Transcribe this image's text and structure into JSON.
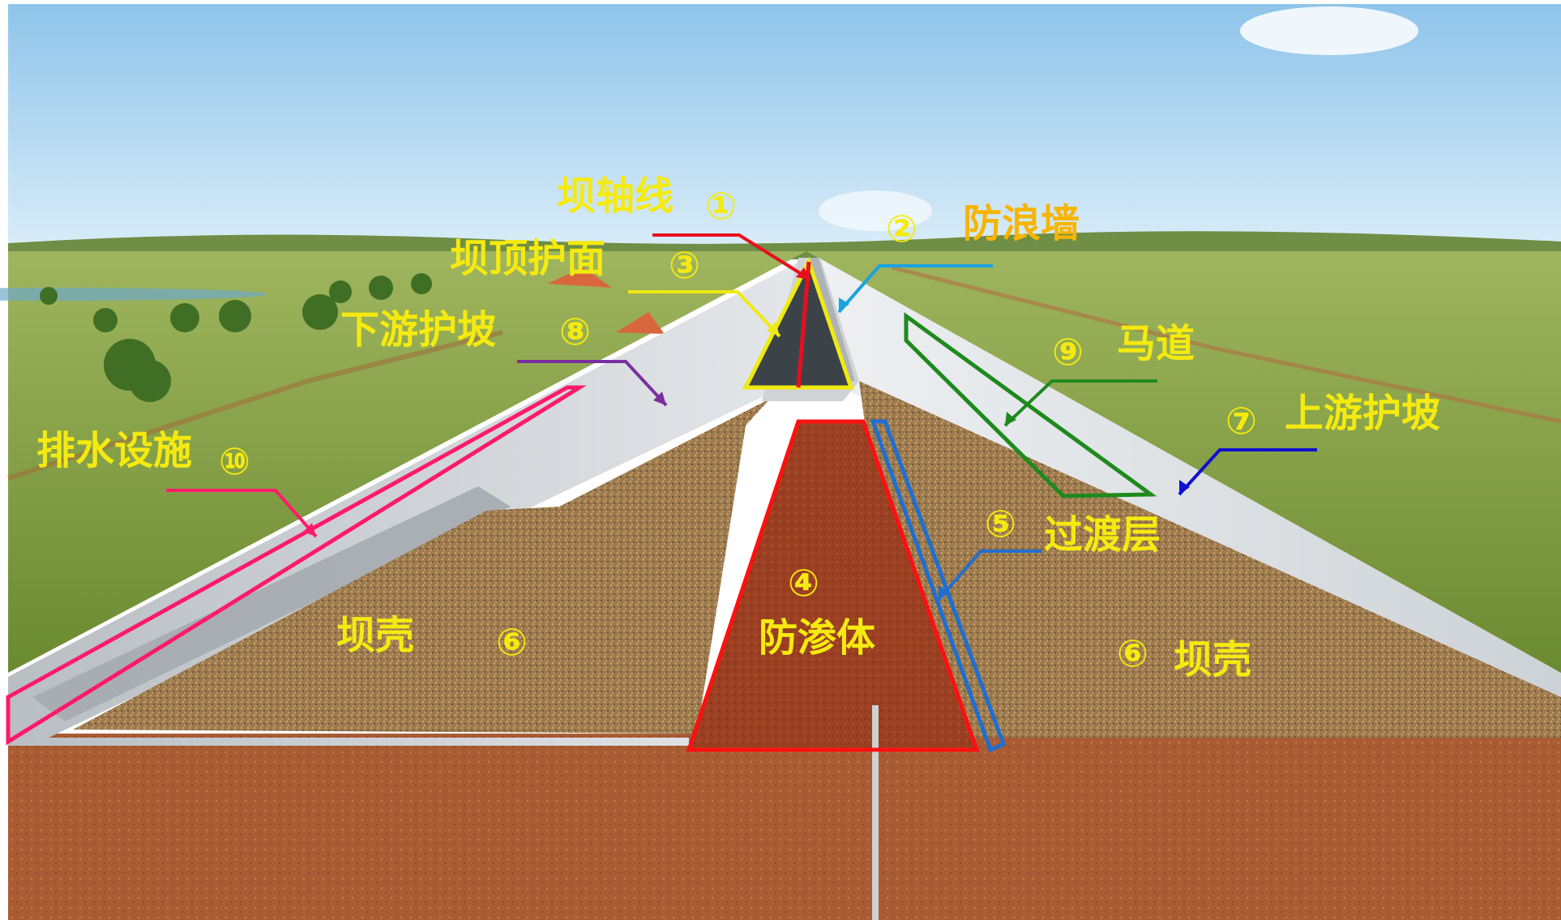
{
  "labels": {
    "dam_axis": "坝轴线",
    "dam_axis_num": "①",
    "wave_wall": "防浪墙",
    "wave_wall_num": "②",
    "crest_surface": "坝顶护面",
    "crest_surface_num": "③",
    "downstream_slope": "下游护坡",
    "downstream_slope_num": "⑧",
    "berm": "马道",
    "berm_num": "⑨",
    "upstream_slope": "上游护坡",
    "upstream_slope_num": "⑦",
    "drainage": "排水设施",
    "drainage_num": "⑩",
    "transition": "过渡层",
    "transition_num": "⑤",
    "core": "防渗体",
    "core_num": "④",
    "shell_left": "坝壳",
    "shell_left_num": "⑥",
    "shell_right": "坝壳",
    "shell_right_num": "⑥"
  },
  "colors": {
    "label_text": "#f5ea10",
    "label_text_orange": "#f7b400",
    "dam_axis": "#e8101c",
    "wave_wall": "#1aa3e0",
    "crest": "#f0ea10",
    "downstream": "#7a2fa0",
    "berm": "#1e8a1e",
    "upstream": "#1010d0",
    "drainage": "#ff1a6a",
    "transition": "#1f6fcf",
    "core": "#ff1010"
  }
}
